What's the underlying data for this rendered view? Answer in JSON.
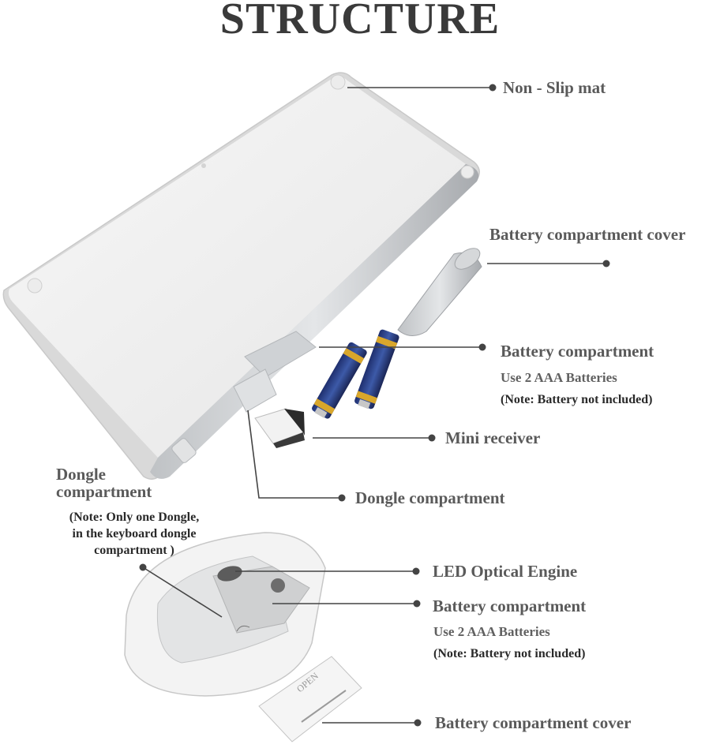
{
  "title": "STRUCTURE",
  "labels": {
    "non_slip_mat": "Non - Slip mat",
    "kb_battery_cover": "Battery compartment cover",
    "kb_battery_compartment": "Battery compartment",
    "kb_battery_use": "Use 2 AAA Batteries",
    "kb_battery_note": "(Note: Battery not included)",
    "mini_receiver": "Mini receiver",
    "dongle_compartment": "Dongle compartment",
    "dongle_compartment_left_line1": "Dongle",
    "dongle_compartment_left_line2": "compartment",
    "dongle_note_line1": "(Note: Only one Dongle,",
    "dongle_note_line2": "in the keyboard dongle",
    "dongle_note_line3": "compartment  )",
    "led_optical_engine": "LED Optical Engine",
    "mouse_battery_compartment": "Battery compartment",
    "mouse_battery_use": "Use 2 AAA Batteries",
    "mouse_battery_note": "(Note: Battery not included)",
    "mouse_battery_cover": "Battery compartment cover",
    "cover_text": "OPEN"
  }
}
